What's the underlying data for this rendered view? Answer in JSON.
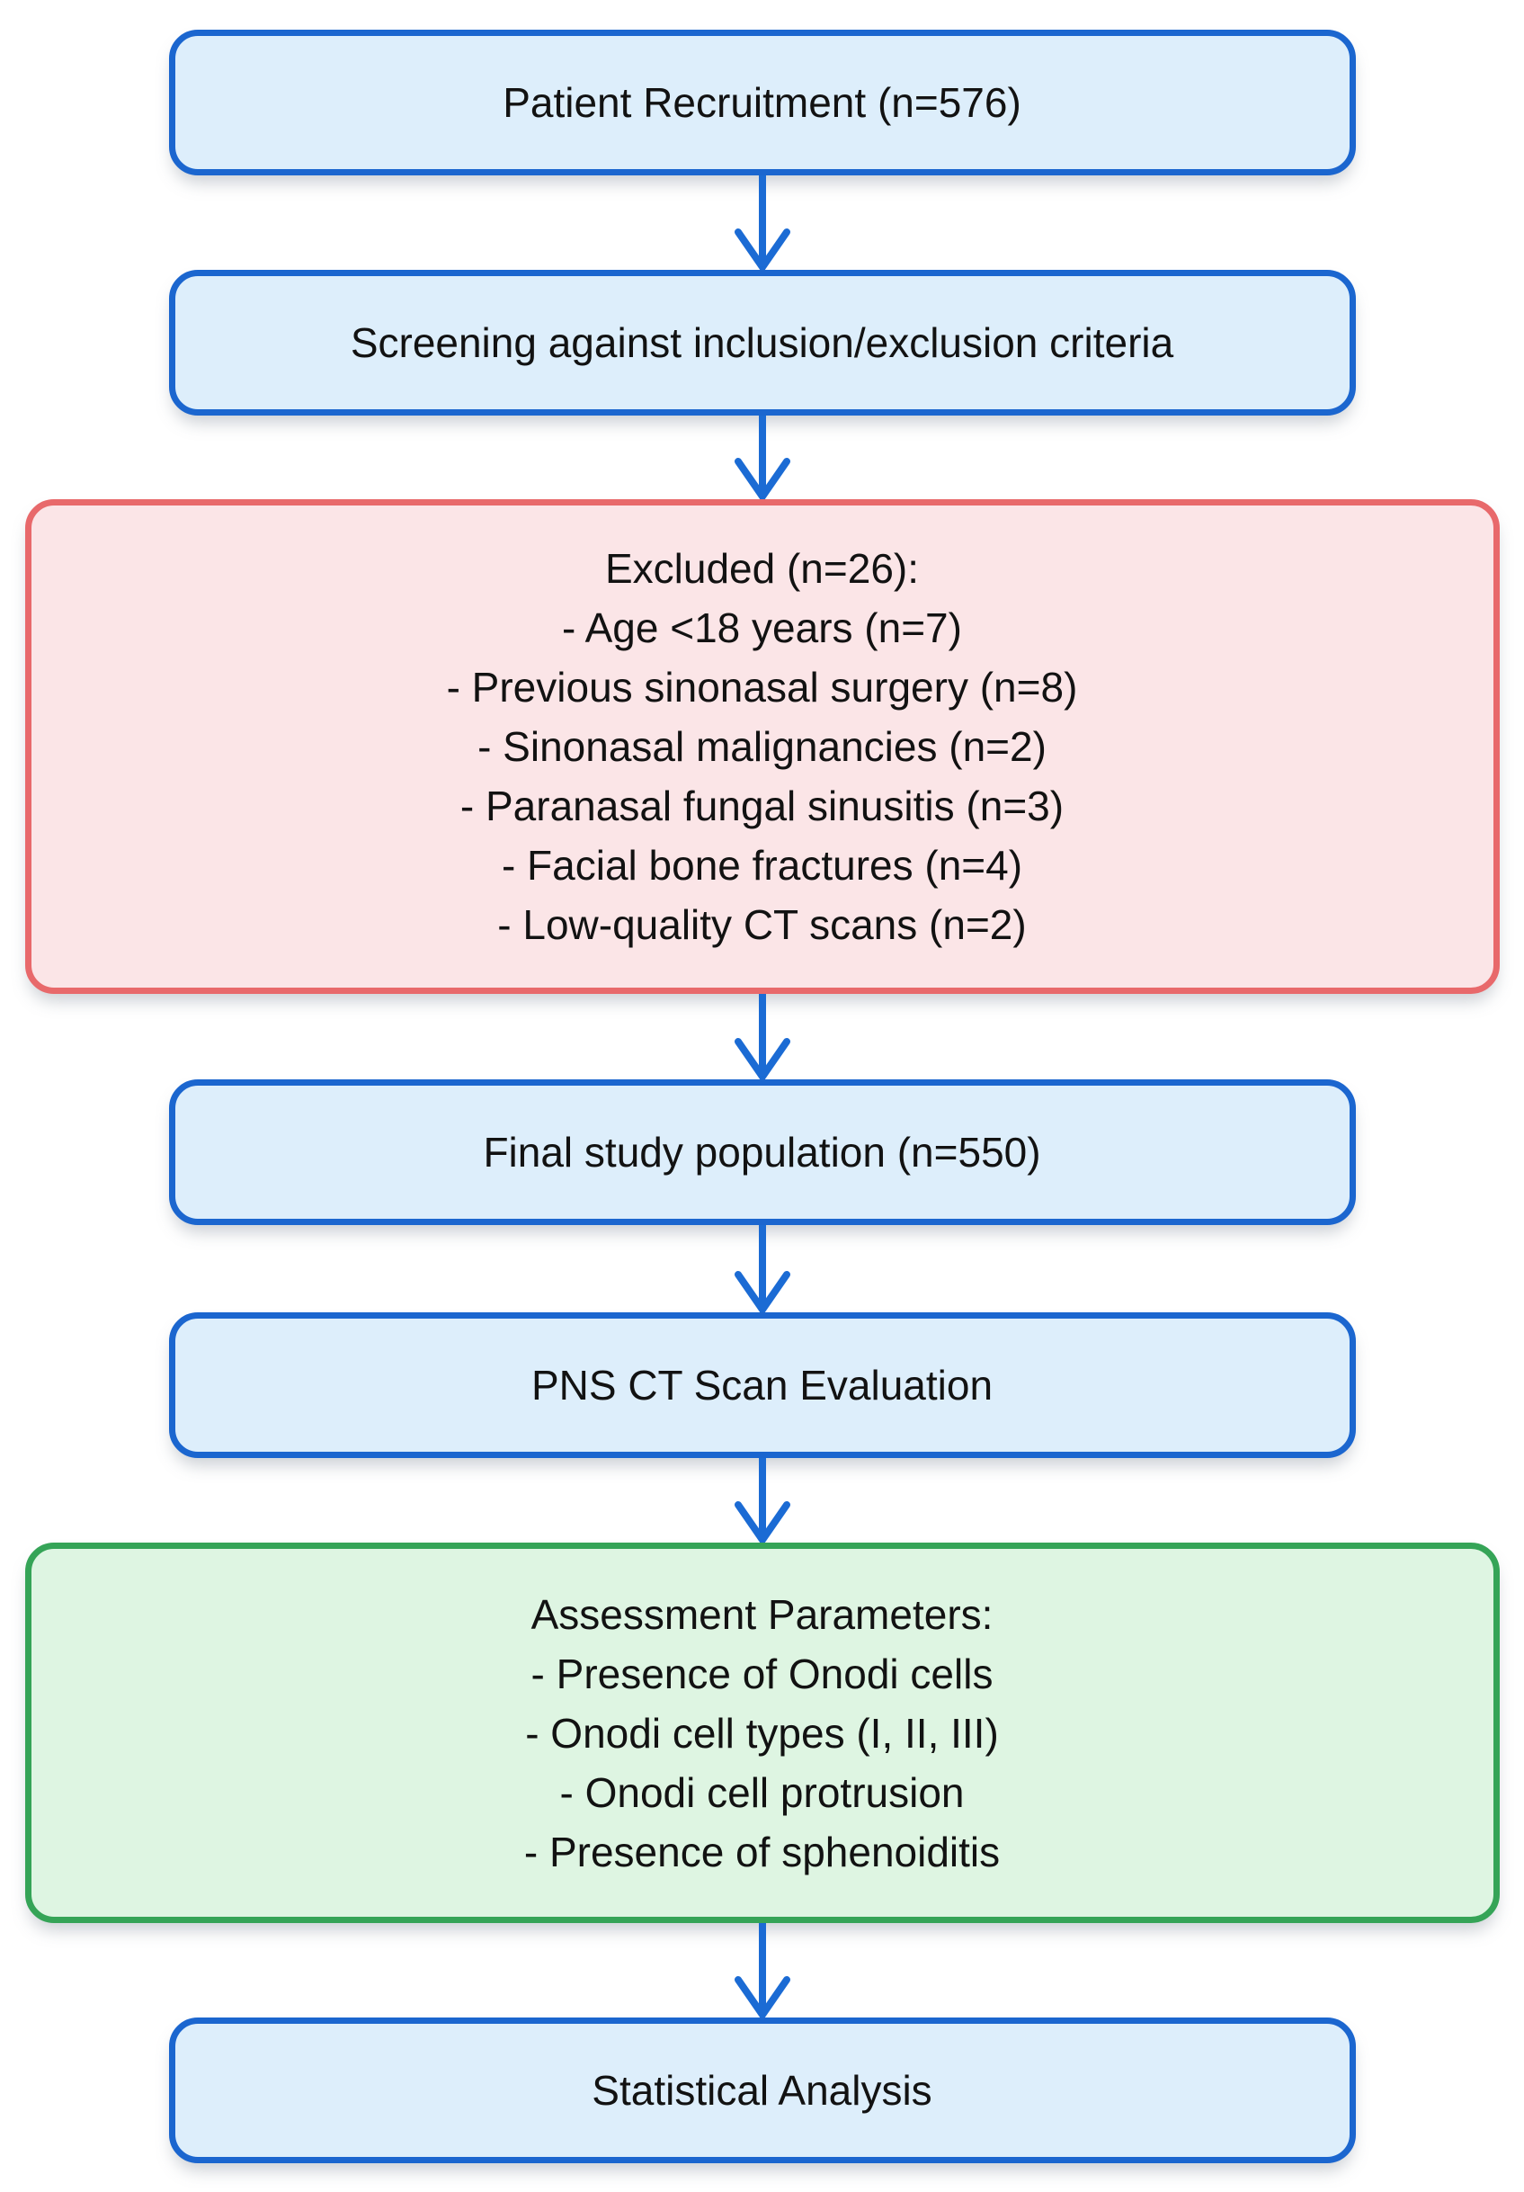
{
  "flow": {
    "description": "Study patient-selection flowchart",
    "colors": {
      "blue_border": "#1B66CF",
      "blue_fill": "#DDEEFB",
      "red_border": "#E8696B",
      "red_fill": "#FBE5E7",
      "green_border": "#35A457",
      "green_fill": "#DEF5E2",
      "arrow": "#1B6BD4",
      "text": "#121212"
    },
    "nodes": [
      {
        "name": "patient-recruitment",
        "style": "blue",
        "lines": [
          "Patient Recruitment (n=576)"
        ]
      },
      {
        "name": "screening",
        "style": "blue",
        "lines": [
          "Screening against inclusion/exclusion criteria"
        ]
      },
      {
        "name": "excluded",
        "style": "red",
        "lines": [
          "Excluded (n=26):",
          "- Age <18 years (n=7)",
          "- Previous sinonasal surgery (n=8)",
          "- Sinonasal malignancies (n=2)",
          "- Paranasal fungal sinusitis (n=3)",
          "- Facial bone fractures (n=4)",
          "- Low-quality CT scans (n=2)"
        ]
      },
      {
        "name": "final-study-population",
        "style": "blue",
        "lines": [
          "Final study population (n=550)"
        ]
      },
      {
        "name": "pns-ct-scan-evaluation",
        "style": "blue",
        "lines": [
          "PNS CT Scan Evaluation"
        ]
      },
      {
        "name": "assessment-parameters",
        "style": "green",
        "lines": [
          "Assessment Parameters:",
          "- Presence of Onodi cells",
          "- Onodi cell types (I, II, III)",
          "- Onodi cell protrusion",
          "- Presence of sphenoiditis"
        ]
      },
      {
        "name": "statistical-analysis",
        "style": "blue",
        "lines": [
          "Statistical Analysis"
        ]
      }
    ]
  }
}
